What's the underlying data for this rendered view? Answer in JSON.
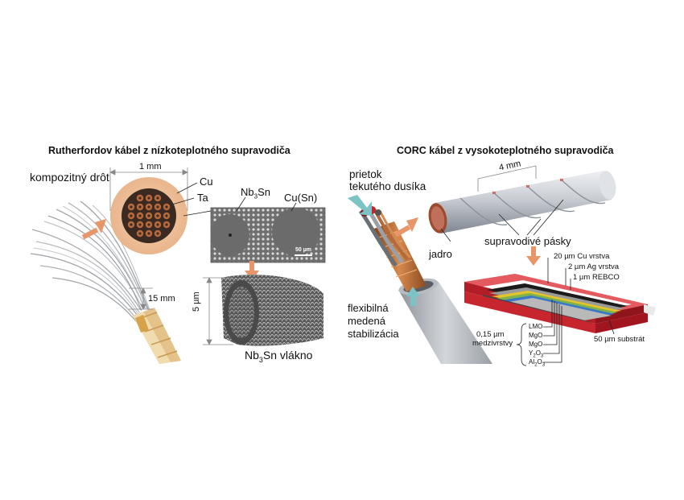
{
  "left": {
    "title": "Rutherfordov kábel z nízkoteplotného supravodiča",
    "composite_wire": "kompozitný drôt",
    "dim_1mm": "1 mm",
    "cu": "Cu",
    "ta": "Ta",
    "nb3sn_a": "Nb",
    "nb3sn_sub": "3",
    "nb3sn_b": "Sn",
    "cusn": "Cu(Sn)",
    "scale_50um": "50 µm",
    "dim_15mm": "15 mm",
    "dim_5um": "5 µm",
    "fiber_a": "Nb",
    "fiber_sub": "3",
    "fiber_b": "Sn vlákno"
  },
  "right": {
    "title": "CORC kábel z vysokoteplotného supravodiča",
    "flow_line1": "prietok",
    "flow_line2": "tekutého dusíka",
    "dim_4mm": "4 mm",
    "core": "jadro",
    "tapes": "supravodivé pásky",
    "stab_line1": "flexibilná",
    "stab_line2": "medená",
    "stab_line3": "stabilizácia",
    "cu_layer": "20 µm Cu vrstva",
    "ag_layer": "2 µm Ag vrstva",
    "rebco_layer": "1 µm REBCO",
    "substrate": "50 µm substrát",
    "inter_line1": "0,15 µm",
    "inter_line2": "medzivrstvy",
    "lmo": "LMO",
    "mgo1": "MgO",
    "mgo2": "MgO",
    "y2o3_a": "Y",
    "y2o3_s1": "2",
    "y2o3_b": "O",
    "y2o3_s2": "3",
    "al2o3_a": "Al",
    "al2o3_s1": "2",
    "al2o3_b": "O",
    "al2o3_s2": "3"
  },
  "colors": {
    "arrow_orange": "#e8956a",
    "title_blue": "#2d5b8e",
    "flow_teal": "#5aa6a8",
    "tape_red": "#c8262e",
    "cable_gray": "#c8ccd2"
  }
}
